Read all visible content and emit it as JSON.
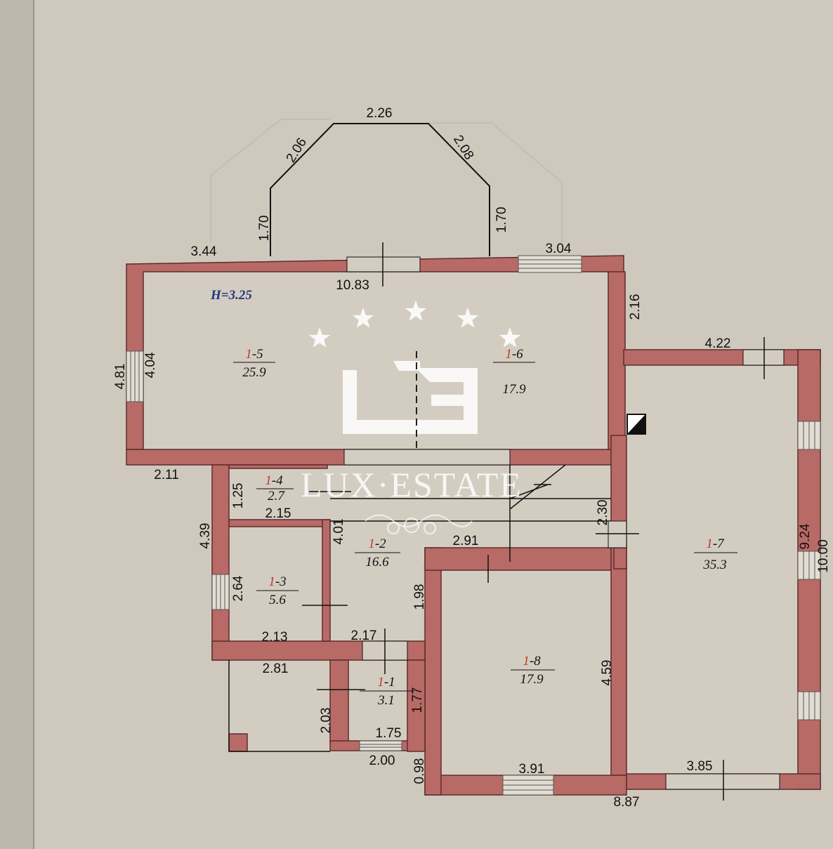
{
  "plan": {
    "height_label": "H=3.25",
    "rooms": [
      {
        "floor": "1",
        "num": "-1",
        "area": "3.1"
      },
      {
        "floor": "1",
        "num": "-2",
        "area": "16.6"
      },
      {
        "floor": "1",
        "num": "-3",
        "area": "5.6"
      },
      {
        "floor": "1",
        "num": "-4",
        "area": "2.7"
      },
      {
        "floor": "1",
        "num": "-5",
        "area": "25.9"
      },
      {
        "floor": "1",
        "num": "-6",
        "area": "17.9"
      },
      {
        "floor": "1",
        "num": "-7",
        "area": "35.3"
      },
      {
        "floor": "1",
        "num": "-8",
        "area": "17.9"
      }
    ],
    "dimensions": [
      "2.26",
      "2.06",
      "2.08",
      "1.70",
      "1.70",
      "3.44",
      "3.04",
      "10.83",
      "2.16",
      "4.81",
      "4.04",
      "4.22",
      "2.11",
      "1.25",
      "2.15",
      "2.30",
      "4.39",
      "4.01",
      "2.64",
      "2.91",
      "9.24",
      "10.00",
      "1.98",
      "2.13",
      "2.17",
      "2.81",
      "4.59",
      "1.77",
      "2.03",
      "1.75",
      "2.00",
      "0.98",
      "3.91",
      "3.85",
      "8.87"
    ]
  },
  "watermark": {
    "brand": "LUX·ESTATE",
    "logo_letters": "LE",
    "star_count": 5
  },
  "colors": {
    "paper": "#cfc9bd",
    "wall": "#b86a66",
    "wall_outline": "#5e2c2c",
    "room_number_accent": "#c23a2e",
    "height_label": "#23367c",
    "watermark": "#ffffff"
  }
}
